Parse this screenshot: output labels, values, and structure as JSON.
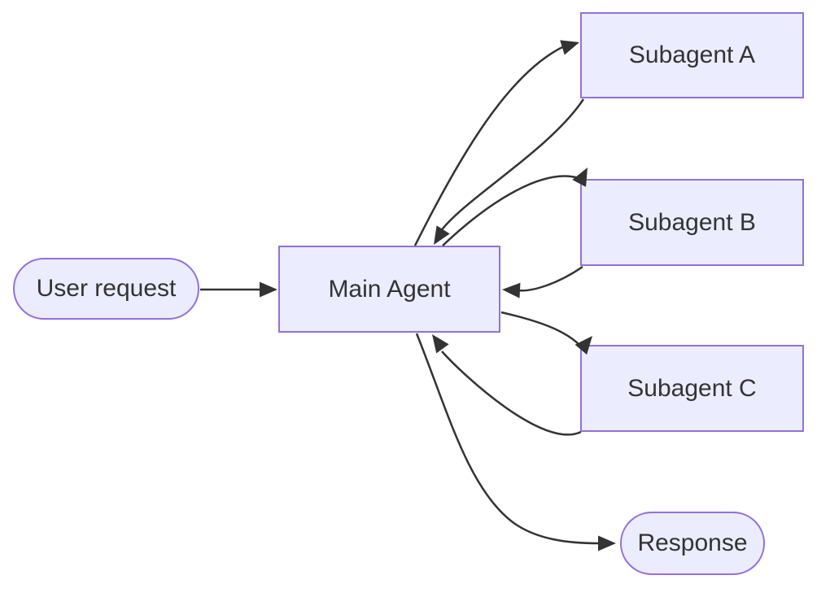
{
  "diagram": {
    "type": "flowchart",
    "direction": "LR",
    "nodes": {
      "user_request": {
        "label": "User request",
        "shape": "stadium"
      },
      "main_agent": {
        "label": "Main Agent",
        "shape": "rectangle"
      },
      "subagent_a": {
        "label": "Subagent A",
        "shape": "rectangle"
      },
      "subagent_b": {
        "label": "Subagent B",
        "shape": "rectangle"
      },
      "subagent_c": {
        "label": "Subagent C",
        "shape": "rectangle"
      },
      "response": {
        "label": "Response",
        "shape": "stadium"
      }
    },
    "edges": [
      {
        "from": "user_request",
        "to": "main_agent"
      },
      {
        "from": "main_agent",
        "to": "subagent_a"
      },
      {
        "from": "subagent_a",
        "to": "main_agent"
      },
      {
        "from": "main_agent",
        "to": "subagent_b"
      },
      {
        "from": "subagent_b",
        "to": "main_agent"
      },
      {
        "from": "main_agent",
        "to": "subagent_c"
      },
      {
        "from": "subagent_c",
        "to": "main_agent"
      },
      {
        "from": "main_agent",
        "to": "response"
      }
    ]
  },
  "theme": {
    "background": "#FFFFFF",
    "node_fill": "#ECECFF",
    "node_border": "#9370DB",
    "edge_color": "#333333",
    "text_color": "#333333"
  }
}
